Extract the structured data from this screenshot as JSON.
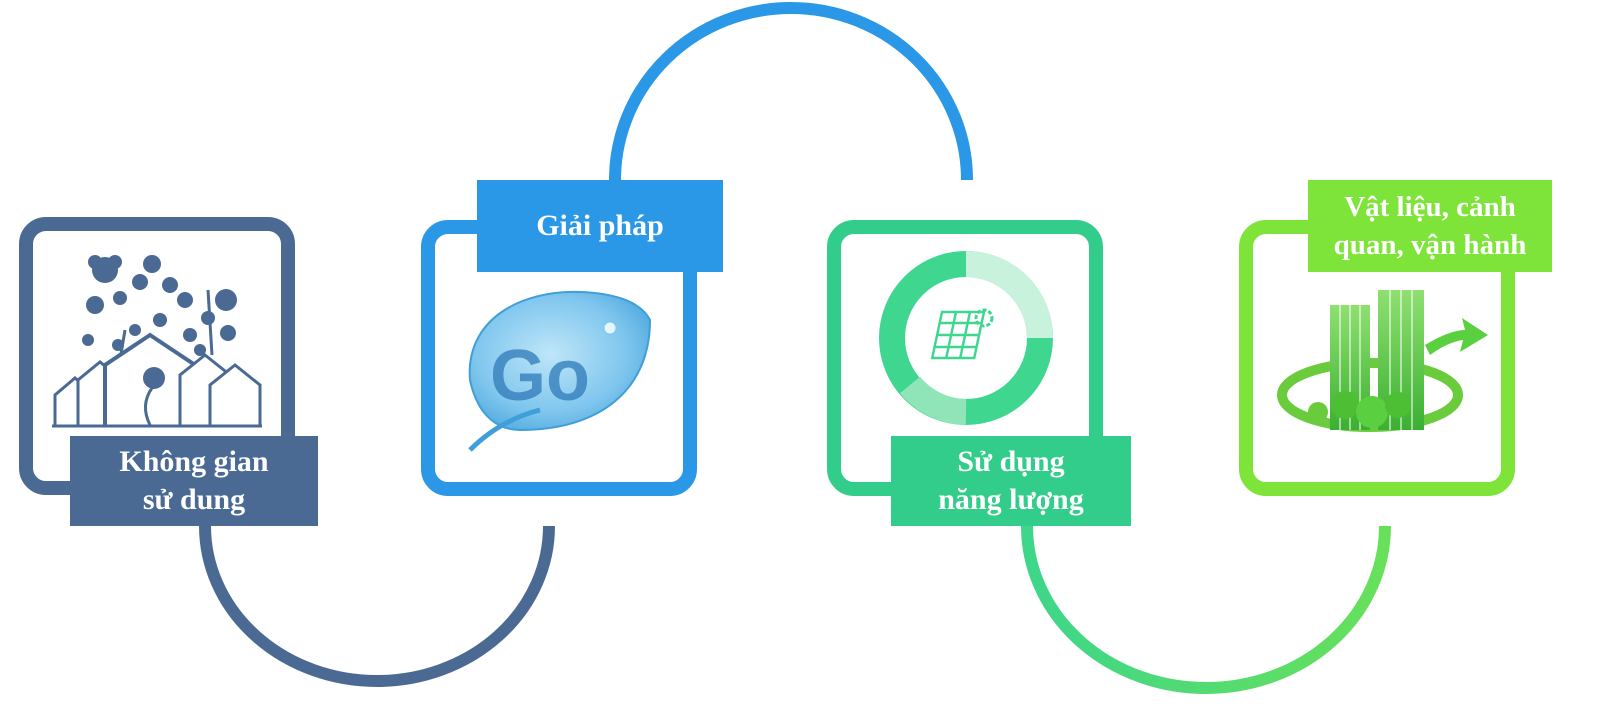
{
  "steps": [
    {
      "lines": [
        "Không gian",
        "sử dung"
      ],
      "color": "#4a6a94",
      "icon": "houses-flowers-icon"
    },
    {
      "lines": [
        "Giải pháp"
      ],
      "color": "#2a98e6",
      "icon": "go-leaf-icon"
    },
    {
      "lines": [
        "Sử dụng",
        "năng lượng"
      ],
      "color": "#33cd8b",
      "icon": "solar-panel-gear-icon"
    },
    {
      "lines": [
        "Vật liệu, cảnh",
        "quan, vận hành"
      ],
      "color": "#7ee43a",
      "icon": "green-buildings-arrow-icon"
    }
  ],
  "icon_text": {
    "go": "Go"
  }
}
